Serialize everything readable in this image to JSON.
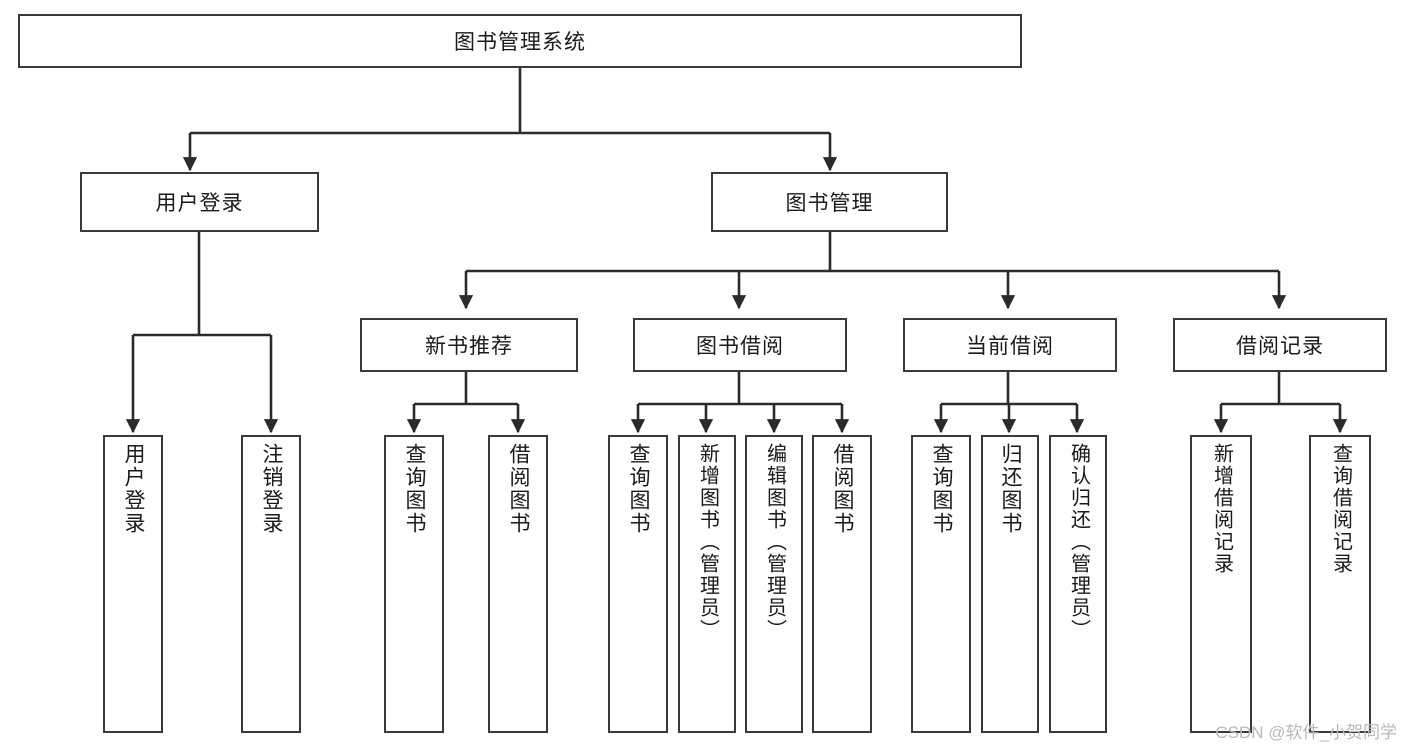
{
  "diagram": {
    "title": "图书管理系统",
    "type": "tree-hierarchy-diagram",
    "colors": {
      "background": "#ffffff",
      "box_border": "#3a3a3a",
      "connector": "#2b2b2b",
      "text": "#1a1a1a",
      "watermark": "#b8b8b8"
    },
    "root": {
      "label": "图书管理系统"
    },
    "level1": [
      {
        "label": "用户登录"
      },
      {
        "label": "图书管理"
      }
    ],
    "level2": [
      {
        "label": "新书推荐"
      },
      {
        "label": "图书借阅"
      },
      {
        "label": "当前借阅"
      },
      {
        "label": "借阅记录"
      }
    ],
    "leaves": [
      {
        "label": "用户登录",
        "parent": "用户登录"
      },
      {
        "label": "注销登录",
        "parent": "用户登录"
      },
      {
        "label": "查询图书",
        "parent": "新书推荐"
      },
      {
        "label": "借阅图书",
        "parent": "新书推荐"
      },
      {
        "label": "查询图书",
        "parent": "图书借阅"
      },
      {
        "label": "新增图书（管理员）",
        "parent": "图书借阅"
      },
      {
        "label": "编辑图书（管理员）",
        "parent": "图书借阅"
      },
      {
        "label": "借阅图书",
        "parent": "图书借阅"
      },
      {
        "label": "查询图书",
        "parent": "当前借阅"
      },
      {
        "label": "归还图书",
        "parent": "当前借阅"
      },
      {
        "label": "确认归还（管理员）",
        "parent": "当前借阅"
      },
      {
        "label": "新增借阅记录",
        "parent": "借阅记录"
      },
      {
        "label": "查询借阅记录",
        "parent": "借阅记录"
      }
    ]
  },
  "watermark": {
    "text": "CSDN @软件_小贺同学"
  }
}
